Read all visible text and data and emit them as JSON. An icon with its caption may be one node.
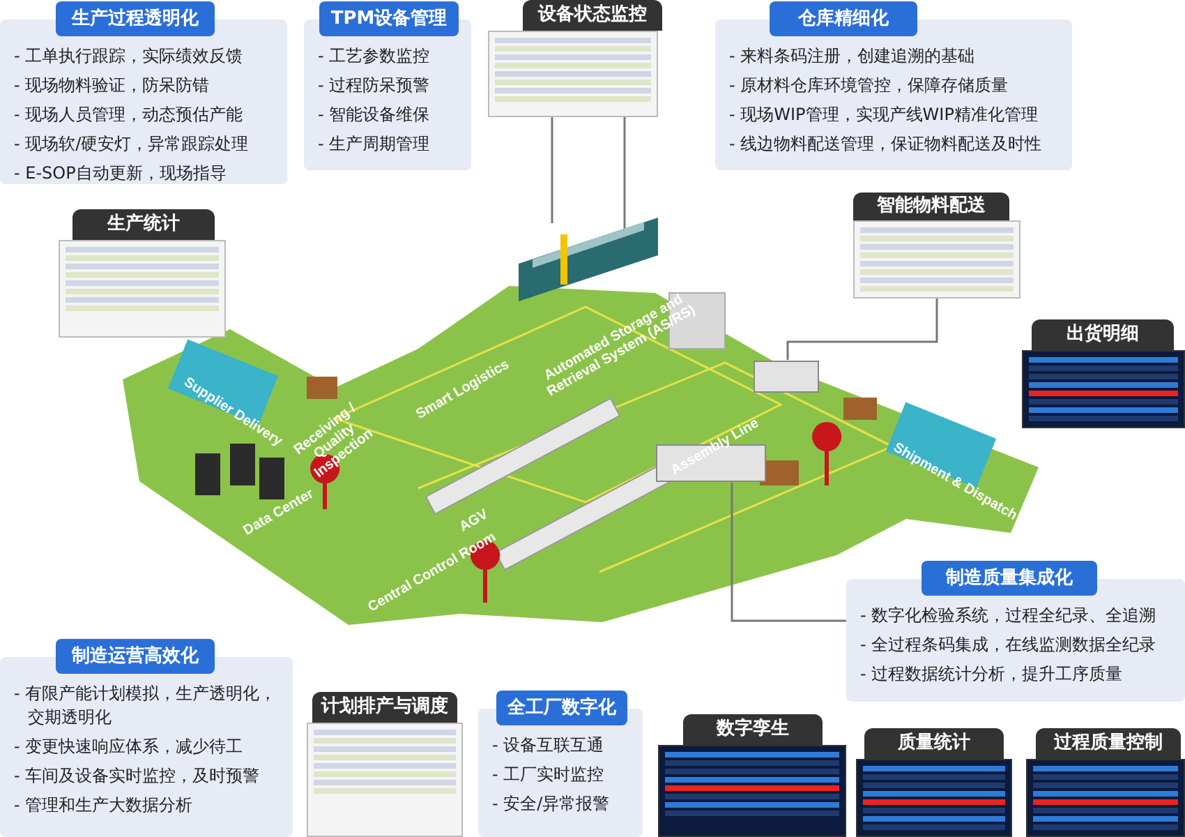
{
  "diagram": {
    "nodes": [
      {
        "text": [
          "生产过程透明化",
          "- 工单执行跟踪，实际绩效反馈",
          "- 现场物料验证，防呆防错",
          "- 现场人员管理，动态预估产能",
          "- 现场软/硬安灯，异常跟踪处理",
          "- E-SOP自动更新，现场指导"
        ]
      },
      {
        "text": [
          "TPM设备管理",
          "- 工艺参数监控",
          "- 过程防呆预警",
          "- 智能设备维保",
          "- 生产周期管理"
        ]
      },
      {
        "text": [
          "设备状态监控"
        ]
      },
      {
        "text": [
          "仓库精细化",
          "- 来料条码注册，创建追溯的基础",
          "- 原材料仓库环境管控，保障存储质量",
          "- 现场WIP管理，实现产线WIP精准化管理",
          "- 线边物料配送管理，保证物料配送及时性"
        ]
      },
      {
        "text": [
          "生产统计"
        ]
      },
      {
        "text": [
          "智能物料配送"
        ]
      },
      {
        "text": [
          "出货明细"
        ]
      },
      {
        "text": [
          "制造质量集成化",
          "- 数字化检验系统，过程全纪录、全追溯",
          "- 全过程条码集成，在线监测数据全纪录",
          "- 过程数据统计分析，提升工序质量"
        ]
      },
      {
        "text": [
          "制造运营高效化",
          "- 有限产能计划模拟，生产透明化，交期透明化",
          "- 变更快速响应体系，减少待工",
          "- 车间及设备实时监控，及时预警",
          "- 管理和生产大数据分析"
        ]
      },
      {
        "text": [
          "计划排产与调度"
        ]
      },
      {
        "text": [
          "全工厂数字化",
          "- 设备互联互通",
          "- 工厂实时监控",
          "- 安全/异常报警"
        ]
      },
      {
        "text": [
          "数字孪生"
        ]
      },
      {
        "text": [
          "质量统计"
        ]
      },
      {
        "text": [
          "过程质量控制"
        ]
      },
      {
        "text": [],
        "shape": "picture"
      },
      {
        "text": [],
        "shape": "box"
      },
      {
        "text": [],
        "shape": "box"
      }
    ],
    "edges": [
      {
        "from": 2,
        "to": 14,
        "arrow": "none"
      },
      {
        "from": 2,
        "to": 14,
        "arrow": "none"
      },
      {
        "from": 5,
        "to": 15,
        "arrow": "none"
      },
      {
        "from": 7,
        "to": 16,
        "arrow": "none"
      }
    ],
    "labels": [
      "Supplier Delivery",
      "Receiving / Quality Inspection",
      "Smart Logistics",
      "Automated Storage and Retrieval System (AS/RS)",
      "Data Center",
      "AGV",
      "Assembly Line",
      "Central Control Room",
      "Shipment & Dispatch"
    ]
  }
}
